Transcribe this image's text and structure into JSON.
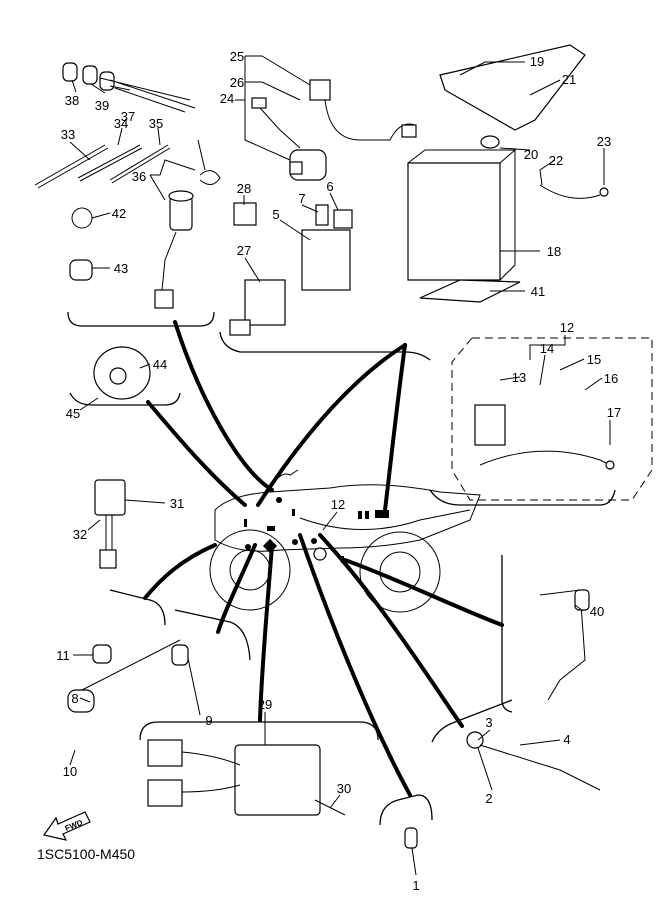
{
  "diagram": {
    "part_code": "1SC5100-M450",
    "fwd_label": "FWD",
    "callouts": [
      "38",
      "39",
      "37",
      "33",
      "34",
      "35",
      "36",
      "42",
      "43",
      "25",
      "26",
      "24",
      "19",
      "21",
      "20",
      "22",
      "23",
      "28",
      "7",
      "6",
      "5",
      "27",
      "18",
      "41",
      "12",
      "14",
      "13",
      "15",
      "16",
      "17",
      "44",
      "45",
      "31",
      "32",
      "12",
      "11",
      "8",
      "9",
      "40",
      "3",
      "4",
      "2",
      "10",
      "29",
      "30",
      "1"
    ]
  }
}
